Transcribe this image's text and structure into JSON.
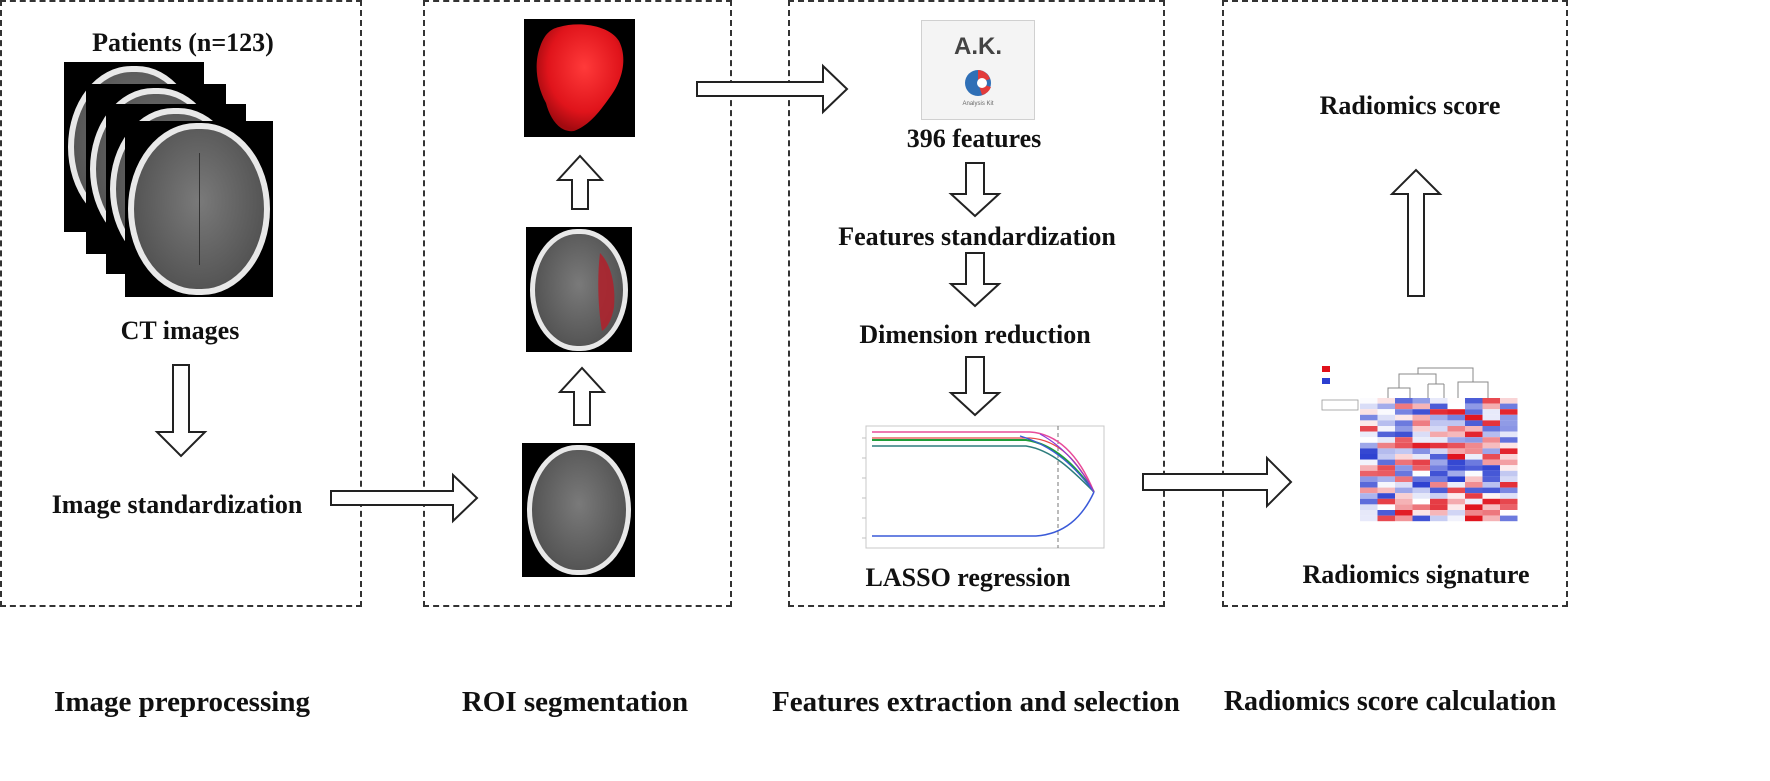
{
  "labels": {
    "patients": "Patients (n=123)",
    "ct_images": "CT images",
    "image_standardization": "Image standardization",
    "features_396": "396 features",
    "features_standardization": "Features standardization",
    "dimension_reduction": "Dimension reduction",
    "lasso_regression": "LASSO regression",
    "radiomics_score": "Radiomics score",
    "radiomics_signature": "Radiomics signature"
  },
  "sections": {
    "image_preprocessing": "Image preprocessing",
    "roi_segmentation": "ROI segmentation",
    "features_extraction": "Features extraction and selection",
    "radiomics_score_calculation": "Radiomics score calculation"
  },
  "logo": {
    "title": "A.K.",
    "subtitle": "Analysis Kit"
  },
  "colors": {
    "roi_red": "#e8141b",
    "heatmap_high": "#e0101a",
    "heatmap_low": "#2b3fd0"
  }
}
